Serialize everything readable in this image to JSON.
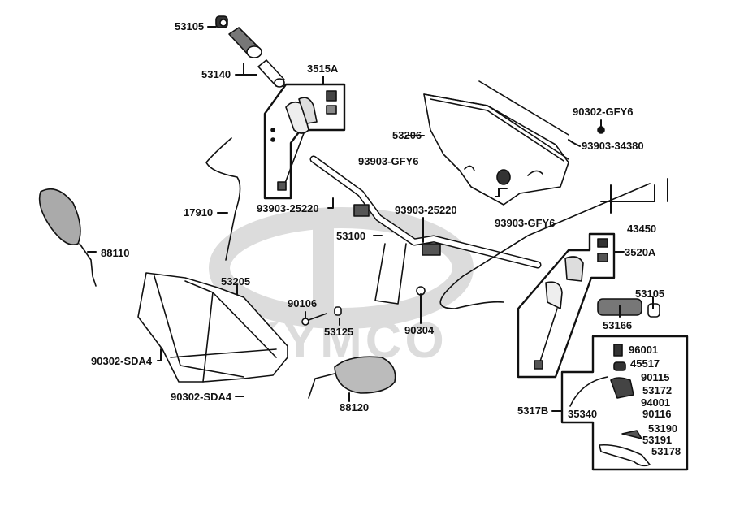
{
  "diagram": {
    "title": "Handlebar / Handle Cover Exploded Parts Diagram",
    "watermark": "KYMCO",
    "colors": {
      "line": "#111111",
      "watermark": "#d9d9d9",
      "background": "#ffffff"
    },
    "parts": [
      {
        "id": "p1",
        "label": "53105"
      },
      {
        "id": "p2",
        "label": "53140"
      },
      {
        "id": "p3",
        "label": "3515A"
      },
      {
        "id": "p4",
        "label": "53206"
      },
      {
        "id": "p5",
        "label": "90302-GFY6"
      },
      {
        "id": "p6",
        "label": "93903-34380"
      },
      {
        "id": "p7",
        "label": "93903-GFY6"
      },
      {
        "id": "p8",
        "label": "17910"
      },
      {
        "id": "p9",
        "label": "93903-25220"
      },
      {
        "id": "p10",
        "label": "93903-25220"
      },
      {
        "id": "p11",
        "label": "93903-GFY6"
      },
      {
        "id": "p12",
        "label": "43450"
      },
      {
        "id": "p13",
        "label": "88110"
      },
      {
        "id": "p14",
        "label": "53100"
      },
      {
        "id": "p15",
        "label": "3520A"
      },
      {
        "id": "p16",
        "label": "53205"
      },
      {
        "id": "p17",
        "label": "53105"
      },
      {
        "id": "p18",
        "label": "90106"
      },
      {
        "id": "p19",
        "label": "53166"
      },
      {
        "id": "p20",
        "label": "53125"
      },
      {
        "id": "p21",
        "label": "90304"
      },
      {
        "id": "p22",
        "label": "90302-SDA4"
      },
      {
        "id": "p23",
        "label": "96001"
      },
      {
        "id": "p24",
        "label": "45517"
      },
      {
        "id": "p25",
        "label": "90115"
      },
      {
        "id": "p26",
        "label": "53172"
      },
      {
        "id": "p27",
        "label": "90302-SDA4"
      },
      {
        "id": "p28",
        "label": "88120"
      },
      {
        "id": "p29",
        "label": "5317B"
      },
      {
        "id": "p30",
        "label": "94001"
      },
      {
        "id": "p31",
        "label": "35340"
      },
      {
        "id": "p32",
        "label": "90116"
      },
      {
        "id": "p33",
        "label": "53190"
      },
      {
        "id": "p34",
        "label": "53191"
      },
      {
        "id": "p35",
        "label": "53178"
      }
    ]
  }
}
